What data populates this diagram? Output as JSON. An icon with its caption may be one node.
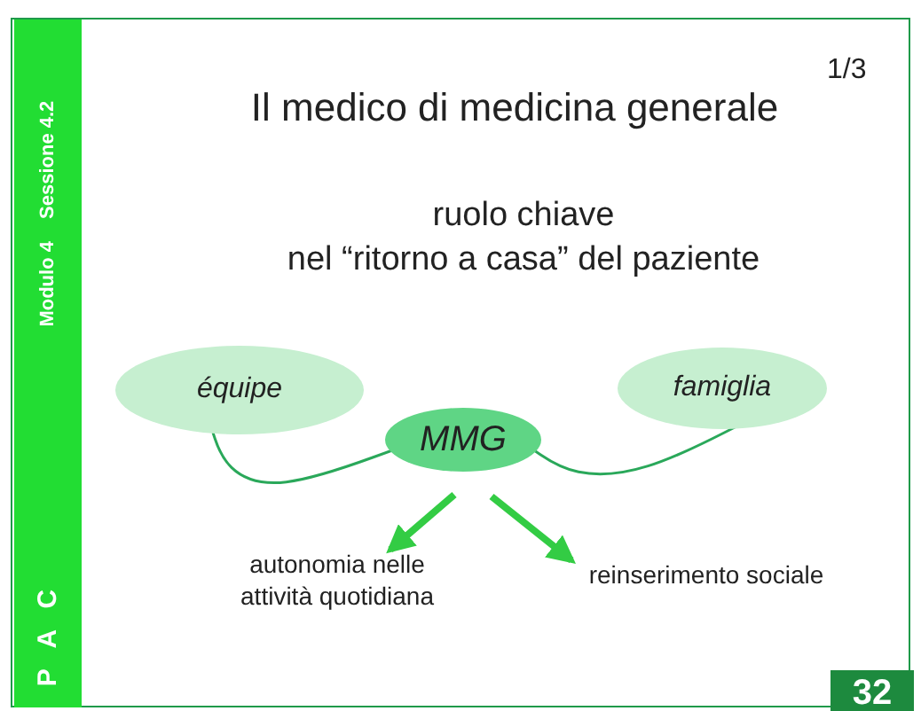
{
  "diagram": {
    "title": "Il medico di medicina generale",
    "nodes": [
      {
        "text": [
          "équipe"
        ]
      },
      {
        "text": [
          "MMG"
        ]
      },
      {
        "text": [
          "famiglia"
        ]
      },
      {
        "text": [
          "autonomia nelle attività quotidiana"
        ]
      },
      {
        "text": [
          "reinserimento sociale"
        ]
      }
    ],
    "edges": [
      {
        "from": 0,
        "to": 1,
        "arrow": "none"
      },
      {
        "from": 1,
        "to": 2,
        "arrow": "none"
      },
      {
        "from": 1,
        "to": 3,
        "arrow": "to",
        "style": "thick"
      },
      {
        "from": 1,
        "to": 4,
        "arrow": "to",
        "style": "thick"
      }
    ],
    "labels": [
      "Modulo 4",
      "Sessione 4.2",
      "1/3",
      "ruolo chiave",
      "nel “ritorno a casa” del paziente",
      "P A C",
      "32"
    ]
  }
}
